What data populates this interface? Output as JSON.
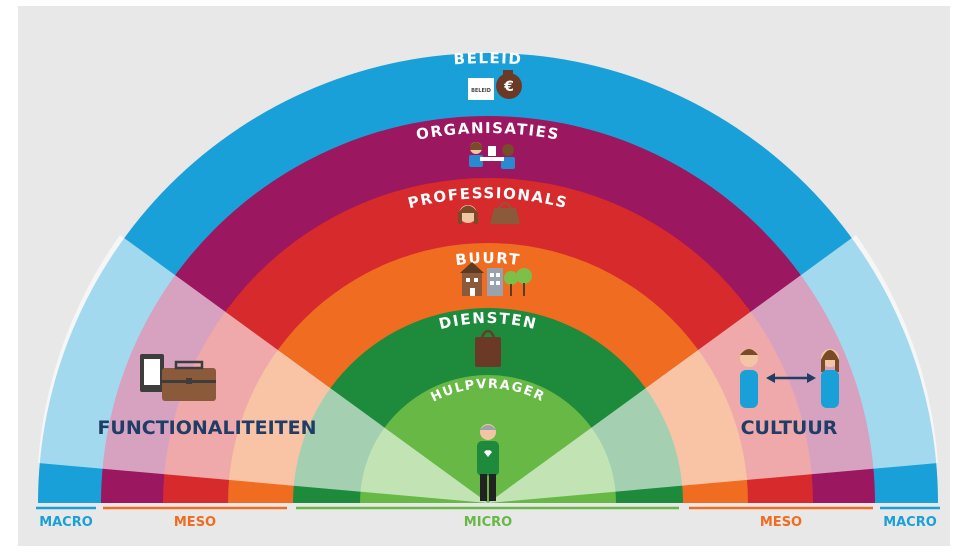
{
  "diagram": {
    "rings": [
      {
        "label": "BELEID",
        "color": "#1aa0d8",
        "icon": "policy-money-icon"
      },
      {
        "label": "ORGANISATIES",
        "color": "#9b1760",
        "icon": "meeting-people-icon"
      },
      {
        "label": "PROFESSIONALS",
        "color": "#d62a2c",
        "icon": "professional-bag-icon"
      },
      {
        "label": "BUURT",
        "color": "#ef6c21",
        "icon": "houses-trees-icon"
      },
      {
        "label": "DIENSTEN",
        "color": "#1d8a3c",
        "icon": "service-bag-icon"
      },
      {
        "label": "HULPVRAGER",
        "color": "#67b845",
        "icon": "person-heart-icon"
      }
    ],
    "side_left": {
      "label": "FUNCTIONALITEITEN",
      "icon": "tablet-briefcase-icon"
    },
    "side_right": {
      "label": "CULTUUR",
      "icon": "people-exchange-icon"
    },
    "scale": [
      {
        "label": "MACRO",
        "color": "#1aa0d8"
      },
      {
        "label": "MESO",
        "color": "#ef6c21"
      },
      {
        "label": "MICRO",
        "color": "#67b845"
      },
      {
        "label": "MESO",
        "color": "#ef6c21"
      },
      {
        "label": "MACRO",
        "color": "#1aa0d8"
      }
    ],
    "colors": {
      "background": "#e8e8e8",
      "text_dark": "#1f3d66",
      "light_sector": "#ffffff"
    }
  }
}
